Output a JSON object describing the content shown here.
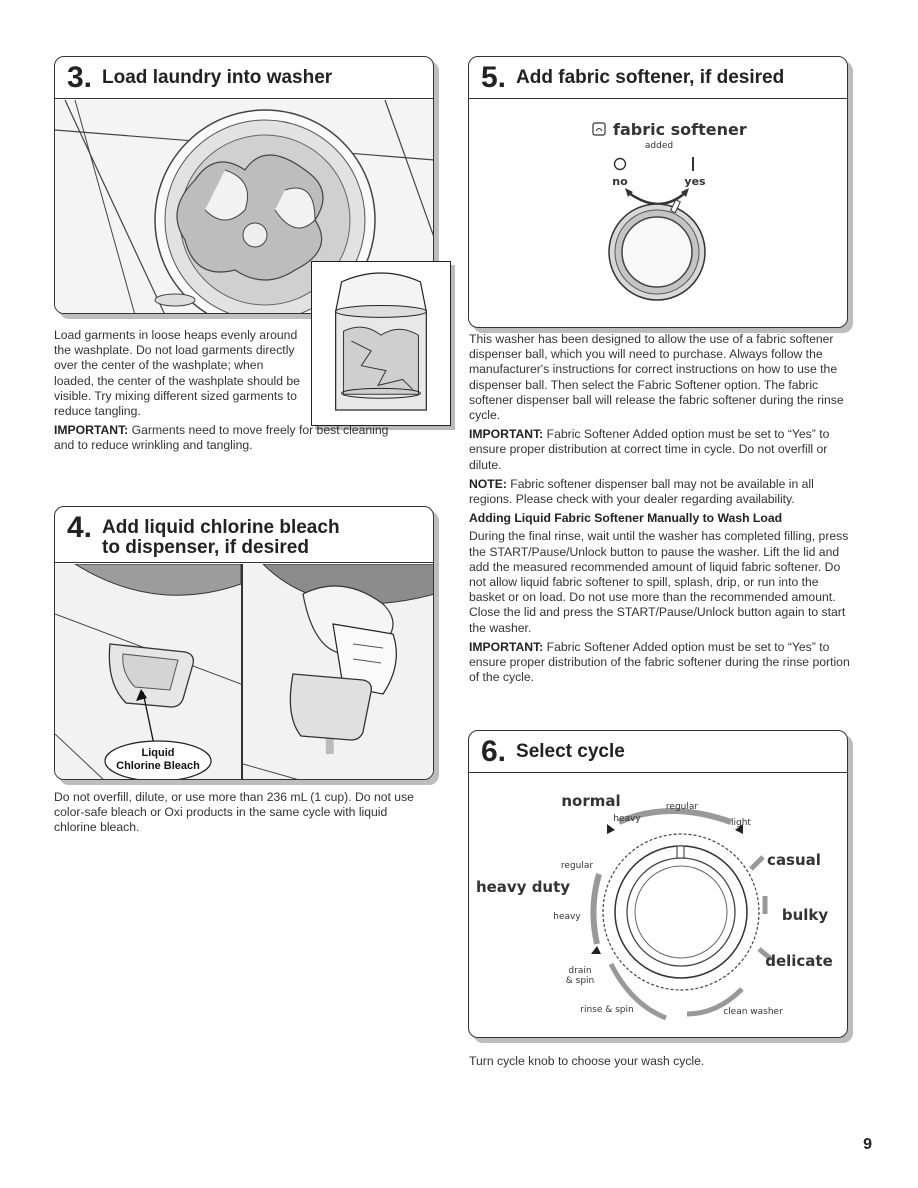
{
  "step3": {
    "number": "3.",
    "title": "Load laundry into washer",
    "paragraph": "Load garments in loose heaps evenly around the washplate. Do not load garments directly over the center of the washplate; when loaded, the center of the washplate should be visible. Try mixing different sized garments to reduce tangling.",
    "important_label": "IMPORTANT:",
    "important_text": " Garments need to move freely for best cleaning and to reduce wrinkling and tangling."
  },
  "step4": {
    "number": "4.",
    "title_line1": "Add liquid chlorine bleach",
    "title_line2": "to dispenser, if desired",
    "callout_line1": "Liquid",
    "callout_line2": "Chlorine Bleach",
    "paragraph": "Do not overfill, dilute, or use more than 236 mL (1 cup). Do not use color-safe bleach or Oxi products in the same cycle with liquid chlorine bleach."
  },
  "step5": {
    "number": "5.",
    "title": "Add fabric softener, if desired",
    "control_label": "fabric softener",
    "control_sublabel": "added",
    "option_no": "no",
    "option_yes": "yes",
    "paragraph1": "This washer has been designed to allow the use of a fabric softener dispenser ball, which you will need to purchase. Always follow the manufacturer's instructions for correct instructions on how to use the dispenser ball. Then select the Fabric Softener option. The fabric softener dispenser ball will release the fabric softener during the rinse cycle.",
    "important1_label": "IMPORTANT:",
    "important1_text": " Fabric Softener Added option must be set to “Yes” to ensure proper distribution at correct time in cycle. Do not overfill or dilute.",
    "note_label": "NOTE:",
    "note_text": " Fabric softener dispenser ball may not be available in all regions. Please check with your dealer regarding availability.",
    "subhead": "Adding Liquid Fabric Softener Manually to Wash Load",
    "paragraph2": "During the final rinse, wait until the washer has completed filling, press the START/Pause/Unlock button to pause the washer. Lift the lid and add the measured recommended amount of liquid fabric softener. Do not allow liquid fabric softener to spill, splash, drip, or run into the basket or on load. Do not use more than the recommended amount. Close the lid and press the START/Pause/Unlock button again to start the washer.",
    "important2_label": "IMPORTANT:",
    "important2_text": " Fabric Softener Added option must be set to “Yes” to ensure proper distribution of the fabric softener during the rinse portion of the cycle."
  },
  "step6": {
    "number": "6.",
    "title": "Select cycle",
    "dial": {
      "normal": "normal",
      "regular_top": "regular",
      "heavy_top": "heavy",
      "light": "light",
      "casual": "casual",
      "regular_left": "regular",
      "heavy_duty": "heavy duty",
      "heavy_left": "heavy",
      "bulky": "bulky",
      "delicate": "delicate",
      "drain_spin_1": "drain",
      "drain_spin_2": "& spin",
      "rinse_spin": "rinse & spin",
      "clean_washer": "clean washer"
    },
    "caption": "Turn cycle knob to choose your wash cycle."
  },
  "page_number": "9"
}
